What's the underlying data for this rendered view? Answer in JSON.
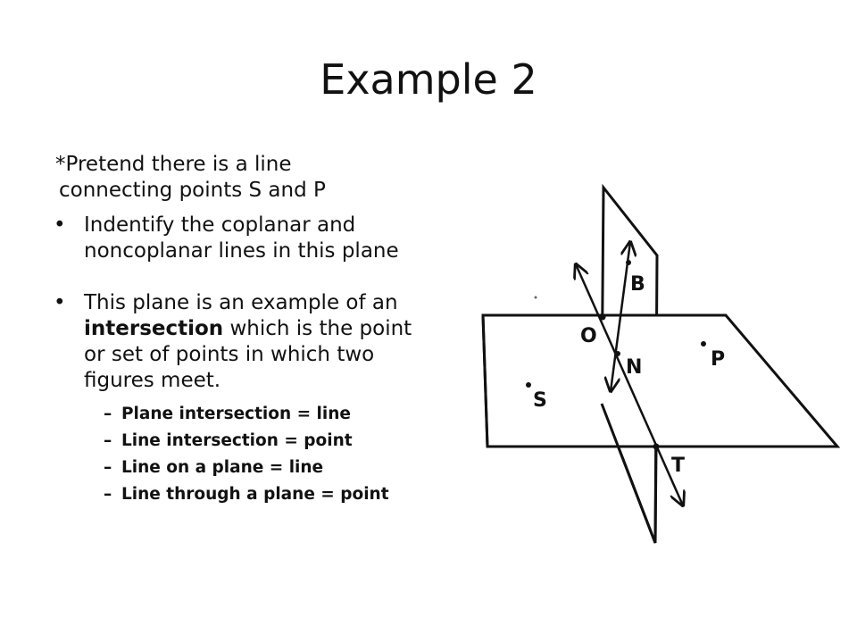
{
  "slide": {
    "title": "Example 2",
    "note": "*Pretend there is a line connecting points S and P",
    "note_line1": "*Pretend there is a line",
    "note_line2": "connecting points S and P",
    "bullets": [
      "Indentify the coplanar and noncoplanar lines in this plane",
      "This plane is an example of an intersection which is the point or set of points in which two figures meet."
    ],
    "bullet2_parts": {
      "before": "This plane is an example of an ",
      "bold": "intersection",
      "after": " which is the point or set of points in which two figures meet."
    },
    "sub_items": [
      "Plane intersection = line",
      "Line intersection = point",
      "Line on a plane = line",
      "Line through a plane = point"
    ]
  },
  "diagram": {
    "points": [
      "B",
      "O",
      "N",
      "P",
      "S",
      "T"
    ]
  }
}
